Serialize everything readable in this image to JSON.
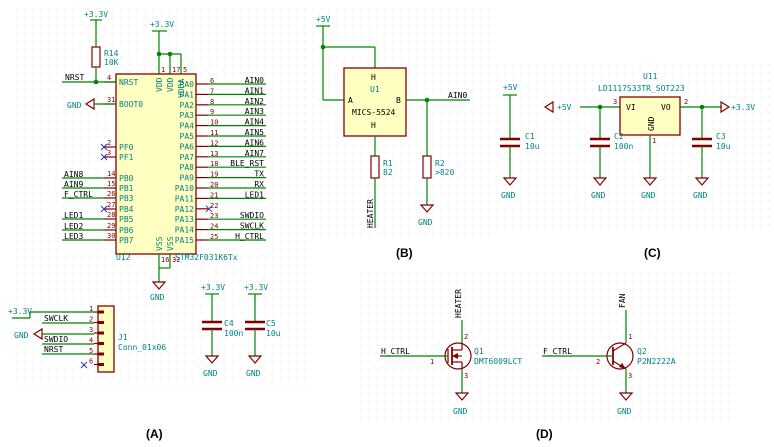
{
  "panels": {
    "a": "(A)",
    "b": "(B)",
    "c": "(C)",
    "d": "(D)"
  },
  "power": {
    "v33": "+3.3V",
    "v5": "+5V",
    "gnd": "GND"
  },
  "mcu": {
    "ref": "U12",
    "value": "STM32F031K6Tx",
    "left_pins": [
      {
        "num": "4",
        "name": "NRST",
        "net": "NRST"
      },
      {
        "num": "31",
        "name": "BOOT0",
        "net": ""
      },
      {
        "num": "2",
        "name": "PF0",
        "net": ""
      },
      {
        "num": "3",
        "name": "PF1",
        "net": ""
      },
      {
        "num": "14",
        "name": "PB0",
        "net": "AIN8"
      },
      {
        "num": "15",
        "name": "PB1",
        "net": "AIN9"
      },
      {
        "num": "26",
        "name": "PB3",
        "net": "F_CTRL"
      },
      {
        "num": "27",
        "name": "PB4",
        "net": ""
      },
      {
        "num": "28",
        "name": "PB5",
        "net": "LED1"
      },
      {
        "num": "29",
        "name": "PB6",
        "net": "LED2"
      },
      {
        "num": "30",
        "name": "PB7",
        "net": "LED3"
      }
    ],
    "right_pins": [
      {
        "num": "6",
        "name": "PA0",
        "net": "AIN0"
      },
      {
        "num": "7",
        "name": "PA1",
        "net": "AIN1"
      },
      {
        "num": "8",
        "name": "PA2",
        "net": "AIN2"
      },
      {
        "num": "9",
        "name": "PA3",
        "net": "AIN3"
      },
      {
        "num": "10",
        "name": "PA4",
        "net": "AIN4"
      },
      {
        "num": "11",
        "name": "PA5",
        "net": "AIN5"
      },
      {
        "num": "12",
        "name": "PA6",
        "net": "AIN6"
      },
      {
        "num": "13",
        "name": "PA7",
        "net": "AIN7"
      },
      {
        "num": "18",
        "name": "PA8",
        "net": "BLE_RST"
      },
      {
        "num": "19",
        "name": "PA9",
        "net": "TX"
      },
      {
        "num": "20",
        "name": "PA10",
        "net": "RX"
      },
      {
        "num": "21",
        "name": "PA11",
        "net": "LED1"
      },
      {
        "num": "22",
        "name": "PA12",
        "net": ""
      },
      {
        "num": "23",
        "name": "PA13",
        "net": "SWDIO"
      },
      {
        "num": "24",
        "name": "PA14",
        "net": "SWCLK"
      },
      {
        "num": "25",
        "name": "PA15",
        "net": "H_CTRL"
      }
    ],
    "top_pins": [
      {
        "num": "1",
        "name": "VDD"
      },
      {
        "num": "17",
        "name": "VDD"
      },
      {
        "num": "5",
        "name": "VDDA"
      }
    ],
    "bottom_pins": [
      {
        "num": "16",
        "name": "VSS"
      },
      {
        "num": "32",
        "name": "VSS"
      }
    ]
  },
  "r14": {
    "ref": "R14",
    "value": "10K"
  },
  "j1": {
    "ref": "J1",
    "value": "Conn_01x06",
    "pins": [
      "1",
      "2",
      "3",
      "4",
      "5",
      "6"
    ],
    "nets": [
      "+3.3V",
      "SWCLK",
      "GND",
      "SWDIO",
      "NRST",
      ""
    ]
  },
  "c4": {
    "ref": "C4",
    "value": "100n"
  },
  "c5": {
    "ref": "C5",
    "value": "10u"
  },
  "u1": {
    "ref": "U1",
    "value": "MICS-5524",
    "pin_a": "A",
    "pin_b": "B",
    "h": "H",
    "net_out": "AIN0"
  },
  "r1": {
    "ref": "R1",
    "value": "82",
    "net": "HEATER"
  },
  "r2": {
    "ref": "R2",
    "value": ">820"
  },
  "u11": {
    "ref": "U11",
    "value": "LD1117S33TR_SOT223",
    "vi": "VI",
    "vo": "VO",
    "gnd": "GND",
    "pin_vi": "3",
    "pin_vo": "2",
    "pin_gnd": "1"
  },
  "c1": {
    "ref": "C1",
    "value": "10u"
  },
  "c2": {
    "ref": "C2",
    "value": "100n"
  },
  "c3": {
    "ref": "C3",
    "value": "10u"
  },
  "q1": {
    "ref": "Q1",
    "value": "DMT6009LCT",
    "gate_net": "H_CTRL",
    "drain_net": "HEATER",
    "pin_g": "1",
    "pin_d": "2",
    "pin_s": "3"
  },
  "q2": {
    "ref": "Q2",
    "value": "P2N2222A",
    "base_net": "F_CTRL",
    "collector_net": "FAN",
    "pin_b": "2",
    "pin_c": "1",
    "pin_e": "3"
  }
}
